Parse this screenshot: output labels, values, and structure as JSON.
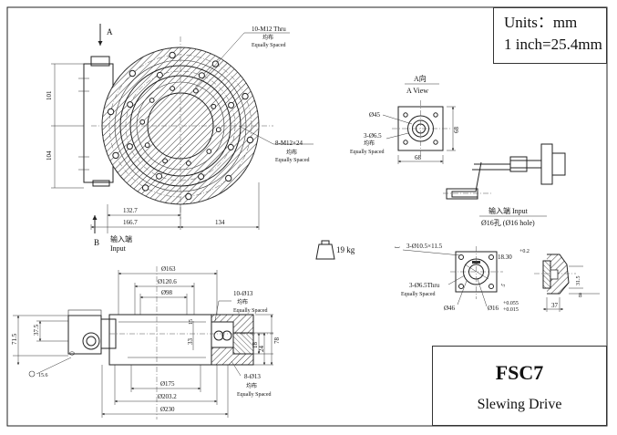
{
  "units": {
    "line1": "Units：mm",
    "line2": "1 inch=25.4mm"
  },
  "title_block": {
    "model": "FSC7",
    "name": "Slewing Drive"
  },
  "weight": {
    "value": "19 kg"
  },
  "view_arrow": {
    "letter_a": "A",
    "letter_b": "B"
  },
  "front_view": {
    "dim_101": "101",
    "dim_104": "104",
    "dim_132_7": "132.7",
    "dim_166_7": "166.7",
    "dim_134": "134",
    "hole_top_1": "10-M12 Thru",
    "hole_top_2": "均布",
    "hole_top_3": "Equally Spaced",
    "hole_right_1": "8-M12×24",
    "hole_right_2": "均布",
    "hole_right_3": "Equally Spaced",
    "input_cn": "输入端",
    "input_en": "Input"
  },
  "a_view": {
    "title_cn": "A向",
    "title_en": "A View",
    "dim_phi45": "Ø45",
    "holes_1": "3-Ø6.5",
    "holes_2": "均布",
    "holes_3": "Equally Spaced",
    "dim_68_h": "68",
    "dim_68_v": "68"
  },
  "input_detail": {
    "label_1": "输入端 Input",
    "label_2": "Ø16孔 (Ø16 hole)",
    "counterbore": "3-Ø10.5×11.5",
    "dim_18_30": "18.30",
    "dim_18_30_tol": "+0.2",
    "holes_1": "3-Ø6.5Thru",
    "holes_2": "Equally Spaced",
    "dim_phi46": "Ø46",
    "dim_phi16": "Ø16",
    "tol_up": "+0.055",
    "tol_low": "+0.015",
    "dim_5": "5",
    "dim_31_5": "31.5",
    "dim_8": "8",
    "dim_37": "37"
  },
  "section_view": {
    "dim_phi163": "Ø163",
    "dim_phi120_6": "Ø120.6",
    "dim_phi98": "Ø98",
    "holes_top_1": "10-Ø13",
    "holes_top_2": "均布",
    "holes_top_3": "Equally Spaced",
    "dim_15": "15",
    "dim_33": "33",
    "dim_18": "18",
    "dim_24": "24",
    "dim_78": "78",
    "dim_71_5": "71.5",
    "dim_37_5": "37.5",
    "dim_phi175": "Ø175",
    "dim_phi203_2": "Ø203.2",
    "dim_phi230": "Ø230",
    "holes_bot_1": "8-Ø13",
    "holes_bot_2": "均布",
    "holes_bot_3": "Equally Spaced",
    "dim_15_6": "15.6"
  }
}
